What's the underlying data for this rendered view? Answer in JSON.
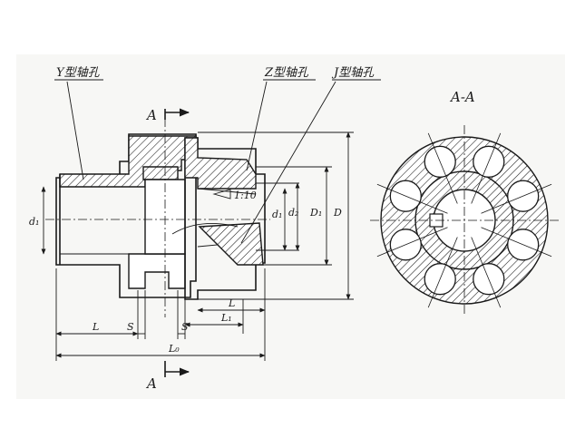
{
  "labels": {
    "y_hole": "Y型轴孔",
    "z_hole": "Z型轴孔",
    "j_hole": "J型轴孔",
    "taper": "1:10",
    "section_mark_top": "A",
    "section_mark_bottom": "A",
    "section_title": "A-A"
  },
  "dimensions": {
    "d1_left": "d₁",
    "d1_right": "d₁",
    "d2": "d₂",
    "D1": "D₁",
    "D": "D",
    "L_left": "L",
    "S_left": "S",
    "S_right": "S",
    "L_right": "L",
    "L1": "L₁",
    "L0": "L₀"
  }
}
